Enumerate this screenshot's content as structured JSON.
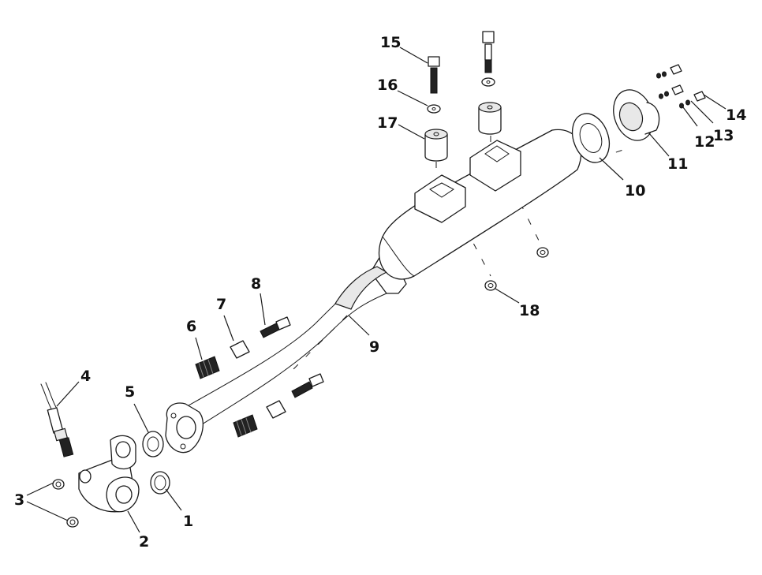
{
  "callouts": [
    {
      "key": "c1",
      "label": "1"
    },
    {
      "key": "c2",
      "label": "2"
    },
    {
      "key": "c3",
      "label": "3"
    },
    {
      "key": "c4",
      "label": "4"
    },
    {
      "key": "c5",
      "label": "5"
    },
    {
      "key": "c6",
      "label": "6"
    },
    {
      "key": "c7",
      "label": "7"
    },
    {
      "key": "c8",
      "label": "8"
    },
    {
      "key": "c9",
      "label": "9"
    },
    {
      "key": "c10",
      "label": "10"
    },
    {
      "key": "c11",
      "label": "11"
    },
    {
      "key": "c12",
      "label": "12"
    },
    {
      "key": "c13",
      "label": "13"
    },
    {
      "key": "c14",
      "label": "14"
    },
    {
      "key": "c15",
      "label": "15"
    },
    {
      "key": "c16",
      "label": "16"
    },
    {
      "key": "c17",
      "label": "17"
    },
    {
      "key": "c18",
      "label": "18"
    }
  ]
}
